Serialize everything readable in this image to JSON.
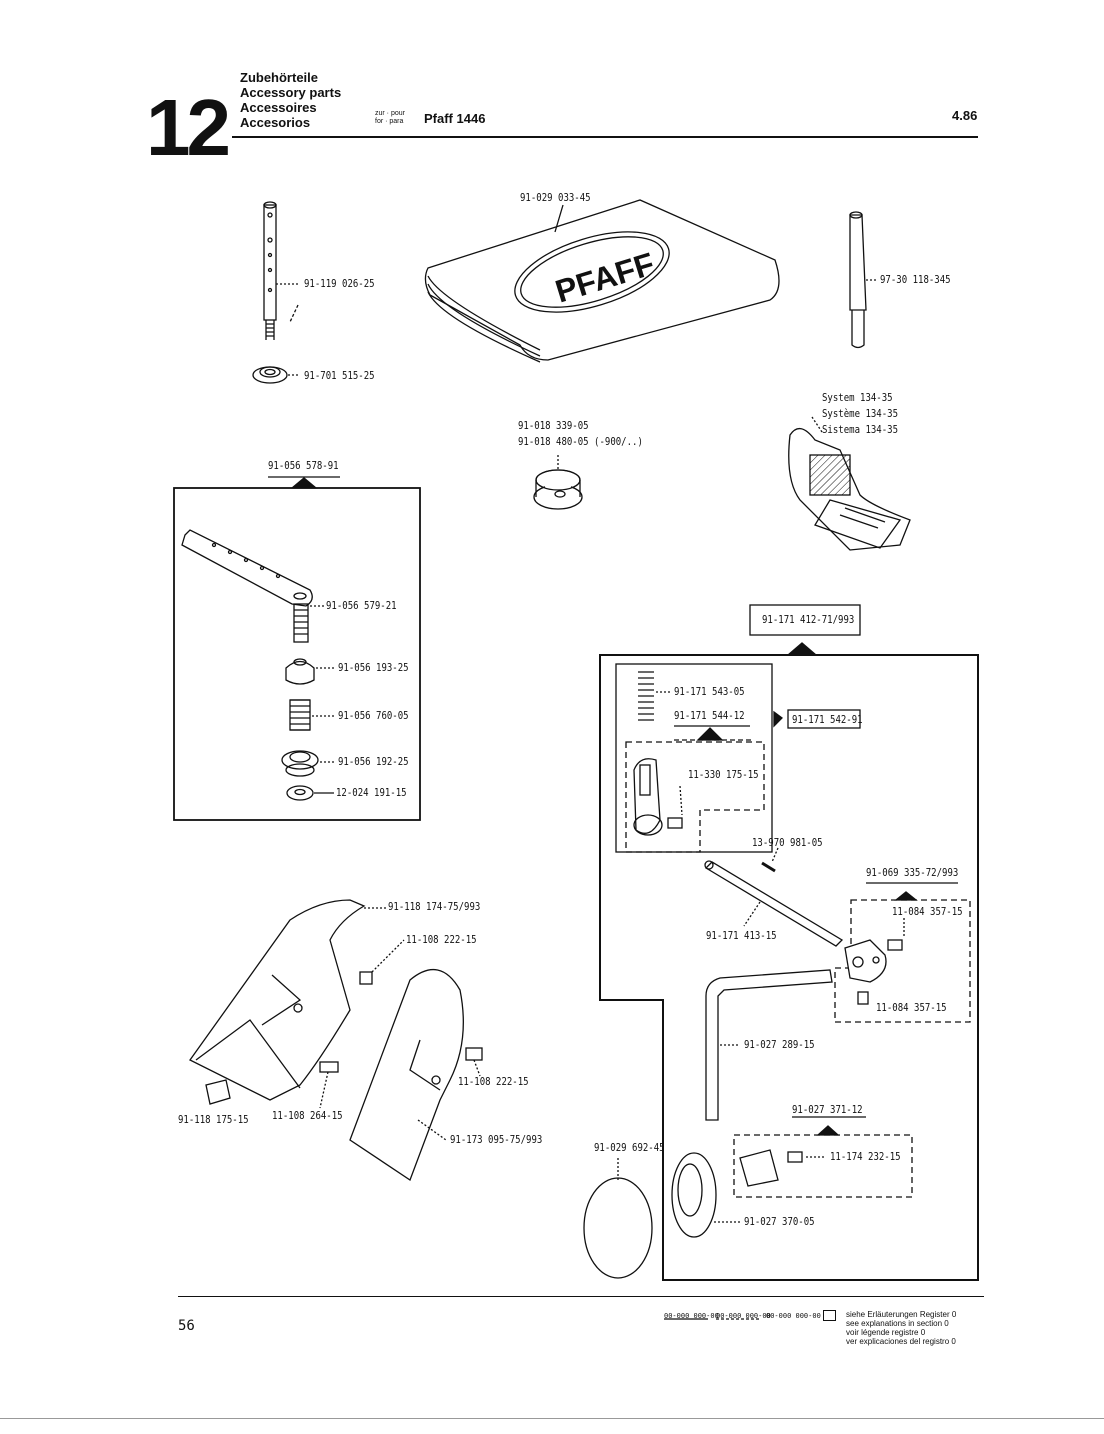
{
  "header": {
    "section_number": "12",
    "titles": [
      "Zubehörteile",
      "Accessory parts",
      "Accessoires",
      "Accesorios"
    ],
    "zur_lines": [
      "zur · pour",
      "for · para"
    ],
    "model": "Pfaff 1446",
    "date": "4.86"
  },
  "parts": {
    "p1": "91-119 026-25",
    "p2": "91-701 515-25",
    "p3": "91-029 033-45",
    "p4": "97-30 118-345",
    "p5a": "91-018 339-05",
    "p5b": "91-018 480-05 (-900/..)",
    "sys1": "System  134-35",
    "sys2": "Système 134-35",
    "sys3": "Sistema 134-35",
    "box1_title": "91-056 578-91",
    "b1a": "91-056 579-21",
    "b1b": "91-056 193-25",
    "b1c": "91-056 760-05",
    "b1d": "91-056 192-25",
    "b1e": "12-024 191-15",
    "box2_title": "91-171 412-71/993",
    "c1": "91-171 543-05",
    "c2": "91-171 544-12",
    "c3": "91-171 542-91",
    "c4": "11-330 175-15",
    "c5": "13-970 981-05",
    "c6": "91-069 335-72/993",
    "c7": "11-084 357-15",
    "c8": "91-171 413-15",
    "c9": "11-084 357-15",
    "c10": "91-027 289-15",
    "c11": "91-027 371-12",
    "c12": "11-174 232-15",
    "c13": "91-027 370-05",
    "c14": "91-029 692-45",
    "g1": "91-118 174-75/993",
    "g2": "11-108 222-15",
    "g3": "11-108 222-15",
    "g4": "91-118 175-15",
    "g5": "11-108 264-15",
    "g6": "91-173 095-75/993",
    "logo": "PFAFF"
  },
  "footer": {
    "page_number": "56",
    "legend_codes": [
      "00-000 000-00",
      "00-000 000-00",
      "00-000 000-00"
    ],
    "legend_lines": [
      "siehe Erläuterungen Register 0",
      "see explanations in section 0",
      "voir légende registre 0",
      "ver explicaciones del registro 0"
    ]
  }
}
